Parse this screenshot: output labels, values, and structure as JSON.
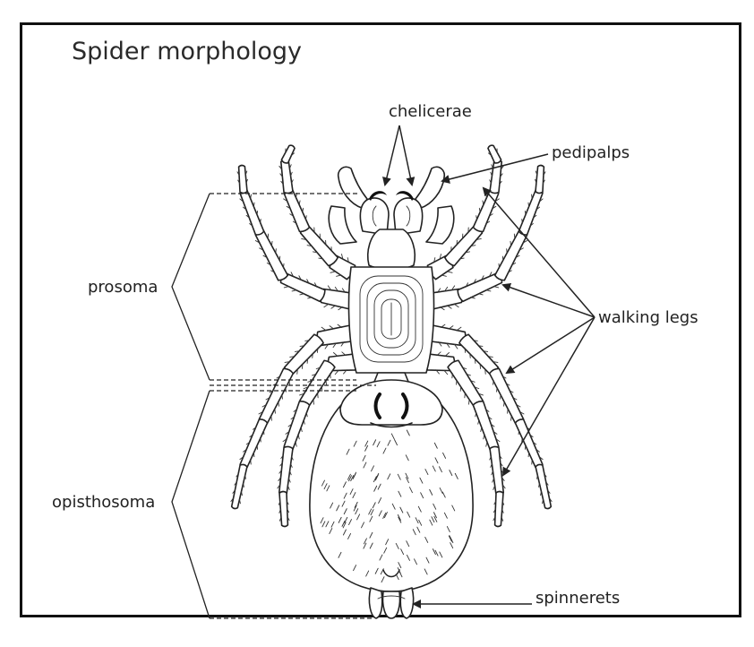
{
  "title": "Spider morphology",
  "labels": {
    "chelicerae": "chelicerae",
    "pedipalps": "pedipalps",
    "prosoma": "prosoma",
    "walking_legs": "walking legs",
    "opisthosoma": "opisthosoma",
    "spinnerets": "spinnerets"
  },
  "colors": {
    "ink": "#222222",
    "background": "#ffffff",
    "frame": "#111111"
  }
}
